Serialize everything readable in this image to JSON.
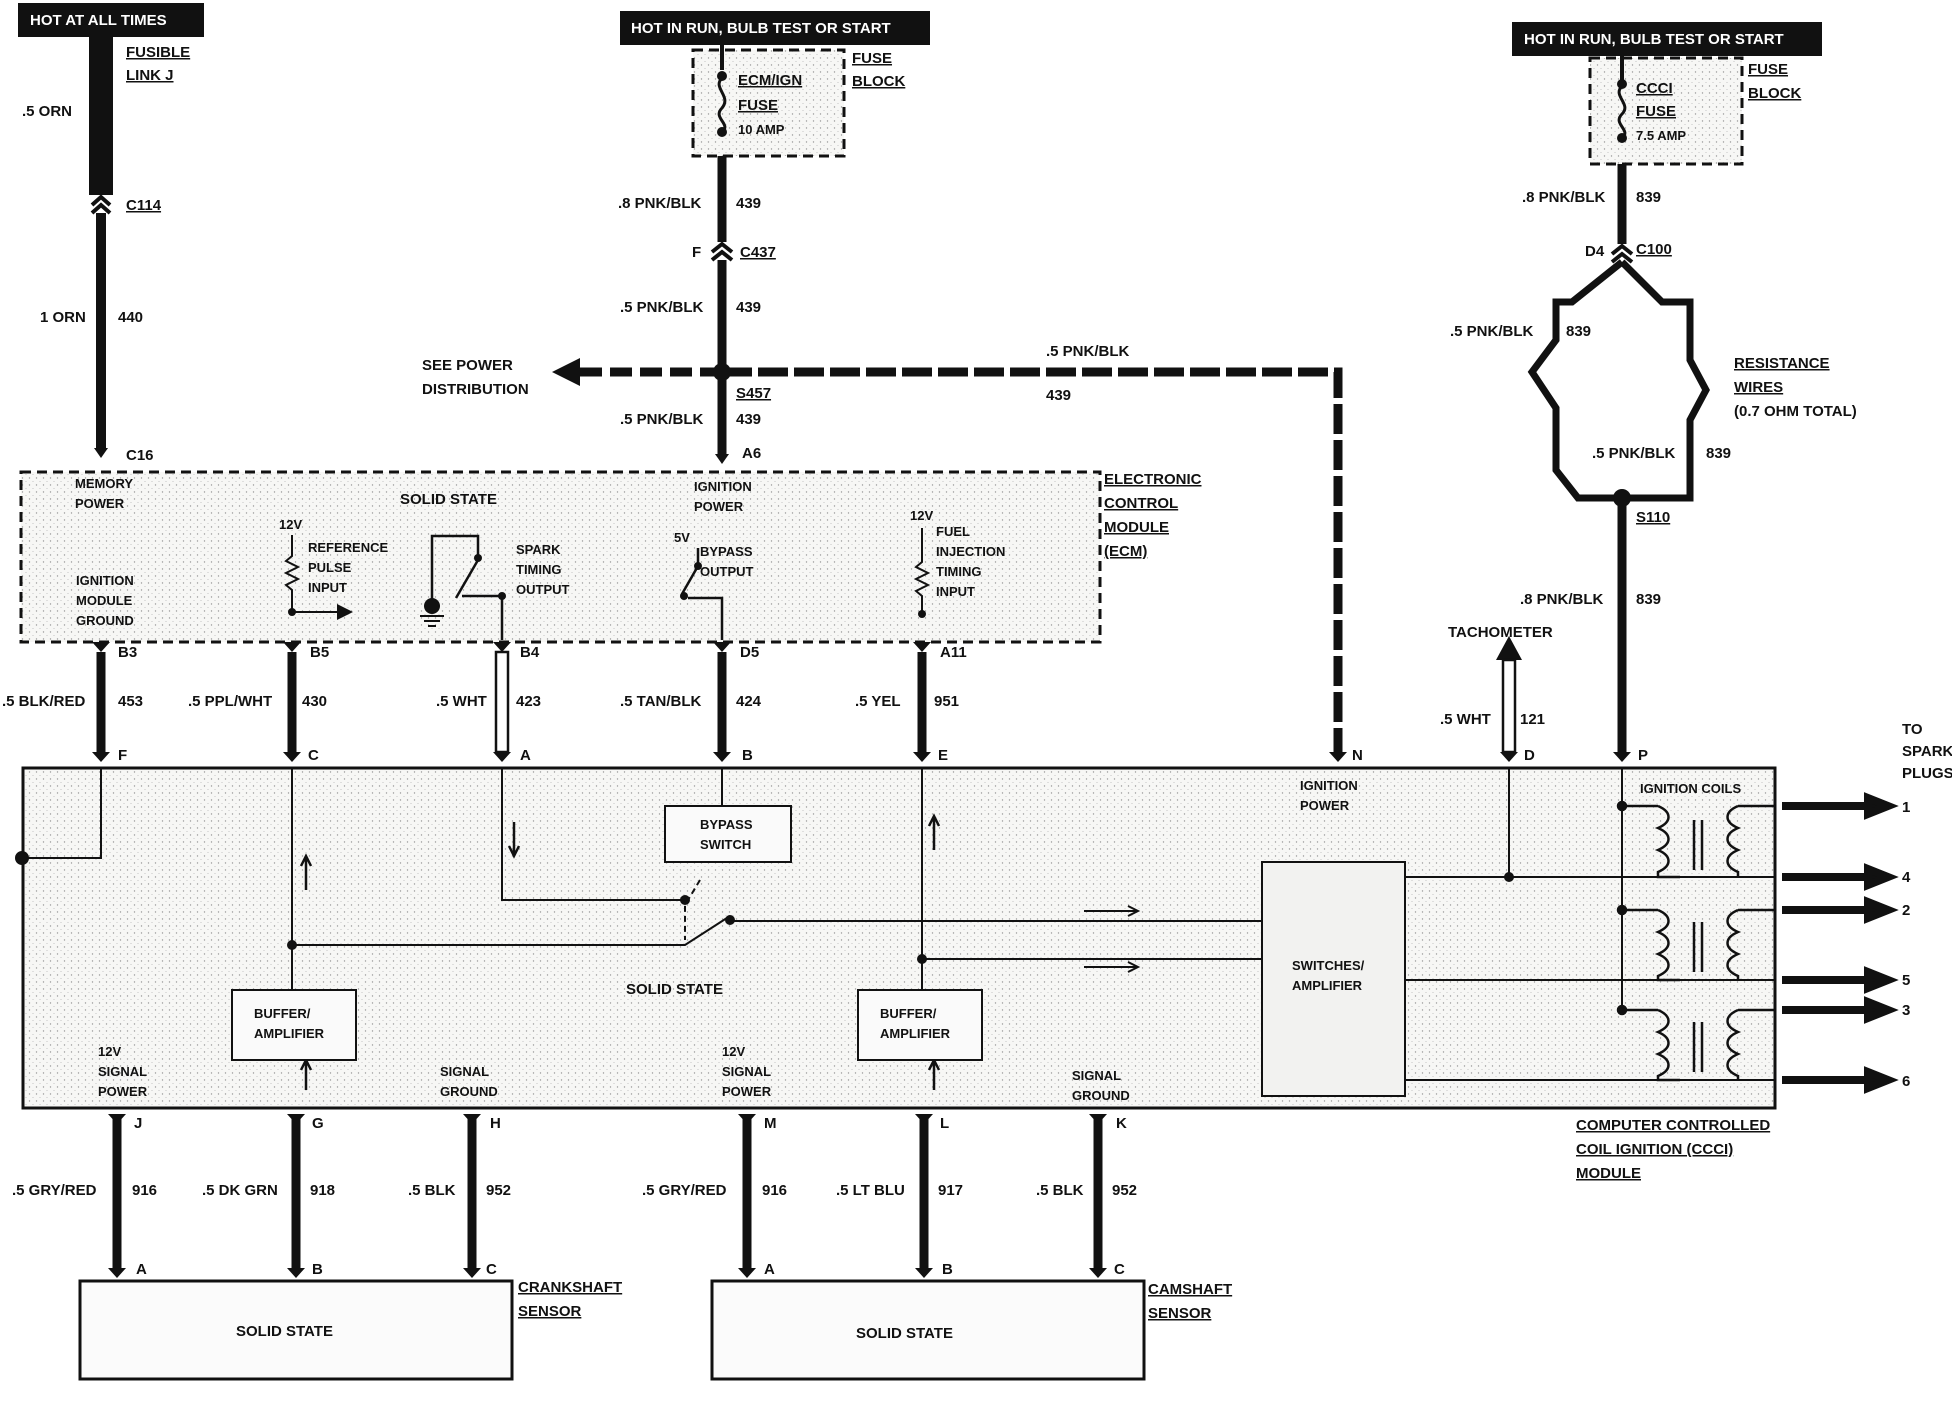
{
  "sources": {
    "left_banner": "HOT AT ALL TIMES",
    "mid_banner": "HOT IN RUN, BULB TEST OR START",
    "right_banner": "HOT IN RUN, BULB TEST OR START"
  },
  "fusible_link": {
    "line1": "FUSIBLE",
    "line2": "LINK J"
  },
  "left_feed": {
    "wire_top": ".5 ORN",
    "connector_top": "C114",
    "wire": "1 ORN",
    "circuit": "440",
    "connector_bottom": "C16"
  },
  "mid_fuse": {
    "name1": "ECM/IGN",
    "name2": "FUSE",
    "rating": "10 AMP",
    "block1": "FUSE",
    "block2": "BLOCK"
  },
  "mid_feed": {
    "wire1": ".8 PNK/BLK",
    "circ1": "439",
    "conn_pin": "F",
    "conn": "C437",
    "wire2": ".5 PNK/BLK",
    "circ2": "439",
    "splice": "S457",
    "wire3": ".5 PNK/BLK",
    "circ3": "439",
    "pin": "A6",
    "see_power_1": "SEE POWER",
    "see_power_2": "DISTRIBUTION",
    "branch_wire": ".5 PNK/BLK",
    "branch_circ": "439"
  },
  "right_fuse": {
    "name1": "CCCI",
    "name2": "FUSE",
    "rating": "7.5 AMP",
    "block1": "FUSE",
    "block2": "BLOCK"
  },
  "right_feed": {
    "wire1": ".8 PNK/BLK",
    "circ1": "839",
    "conn_pin": "D4",
    "conn": "C100",
    "wire2": ".5 PNK/BLK",
    "circ2": "839",
    "res1": "RESISTANCE",
    "res2": "WIRES",
    "res3": "(0.7 OHM TOTAL)",
    "wire3": ".5 PNK/BLK",
    "circ3": "839",
    "splice": "S110",
    "wire4": ".8 PNK/BLK",
    "circ4": "839"
  },
  "ecm": {
    "title1": "ELECTRONIC",
    "title2": "CONTROL",
    "title3": "MODULE",
    "title4": "(ECM)",
    "memory_power_1": "MEMORY",
    "memory_power_2": "POWER",
    "solid_state": "SOLID STATE",
    "ignition_power_1": "IGNITION",
    "ignition_power_2": "POWER",
    "ign_module_ground_1": "IGNITION",
    "ign_module_ground_2": "MODULE",
    "ign_module_ground_3": "GROUND",
    "v12_a": "12V",
    "ref_pulse_1": "REFERENCE",
    "ref_pulse_2": "PULSE",
    "ref_pulse_3": "INPUT",
    "spark_1": "SPARK",
    "spark_2": "TIMING",
    "spark_3": "OUTPUT",
    "v5": "5V",
    "bypass_1": "BYPASS",
    "bypass_2": "OUTPUT",
    "v12_b": "12V",
    "fuel_1": "FUEL",
    "fuel_2": "INJECTION",
    "fuel_3": "TIMING",
    "fuel_4": "INPUT"
  },
  "ecm_wires": [
    {
      "pin": "B3",
      "wire": ".5 BLK/RED",
      "circuit": "453",
      "end": "F"
    },
    {
      "pin": "B5",
      "wire": ".5 PPL/WHT",
      "circuit": "430",
      "end": "C"
    },
    {
      "pin": "B4",
      "wire": ".5 WHT",
      "circuit": "423",
      "end": "A"
    },
    {
      "pin": "D5",
      "wire": ".5 TAN/BLK",
      "circuit": "424",
      "end": "B"
    },
    {
      "pin": "A11",
      "wire": ".5 YEL",
      "circuit": "951",
      "end": "E"
    }
  ],
  "ccci_pins": {
    "n": "N",
    "d": "D",
    "p": "P"
  },
  "tach": {
    "label": "TACHOMETER",
    "wire": ".5 WHT",
    "circuit": "121"
  },
  "ccci": {
    "ignition_power_1": "IGNITION",
    "ignition_power_2": "POWER",
    "ignition_coils": "IGNITION COILS",
    "bypass_1": "BYPASS",
    "bypass_2": "SWITCH",
    "solid_state": "SOLID STATE",
    "buffer_1": "BUFFER/",
    "buffer_2": "AMPLIFIER",
    "switches_1": "SWITCHES/",
    "switches_2": "AMPLIFIER",
    "title1": "COMPUTER CONTROLLED",
    "title2": "COIL IGNITION (CCCI)",
    "title3": "MODULE",
    "sig_power_1": "12V",
    "sig_power_2": "SIGNAL",
    "sig_power_3": "POWER",
    "sig_ground_1": "SIGNAL",
    "sig_ground_2": "GROUND"
  },
  "spark_plugs": {
    "line1": "TO",
    "line2": "SPARK",
    "line3": "PLUGS",
    "outputs": [
      "1",
      "4",
      "2",
      "5",
      "3",
      "6"
    ]
  },
  "sensor_wires": [
    {
      "top": "J",
      "wire": ".5 GRY/RED",
      "circuit": "916",
      "bottom": "A"
    },
    {
      "top": "G",
      "wire": ".5 DK GRN",
      "circuit": "918",
      "bottom": "B"
    },
    {
      "top": "H",
      "wire": ".5 BLK",
      "circuit": "952",
      "bottom": "C"
    },
    {
      "top": "M",
      "wire": ".5 GRY/RED",
      "circuit": "916",
      "bottom": "A"
    },
    {
      "top": "L",
      "wire": ".5 LT BLU",
      "circuit": "917",
      "bottom": "B"
    },
    {
      "top": "K",
      "wire": ".5 BLK",
      "circuit": "952",
      "bottom": "C"
    }
  ],
  "crank_sensor": {
    "body": "SOLID STATE",
    "name1": "CRANKSHAFT",
    "name2": "SENSOR"
  },
  "cam_sensor": {
    "body": "SOLID STATE",
    "name1": "CAMSHAFT",
    "name2": "SENSOR"
  }
}
